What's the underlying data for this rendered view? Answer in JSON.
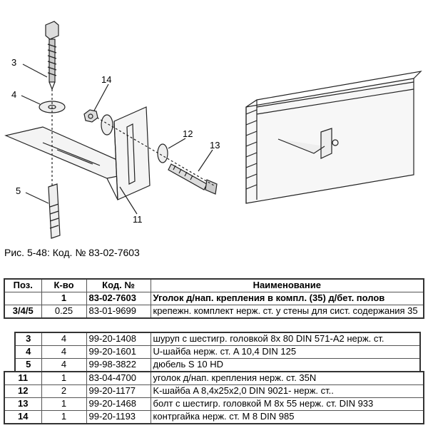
{
  "illustration": {
    "callouts": [
      "3",
      "14",
      "4",
      "12",
      "13",
      "5",
      "11"
    ]
  },
  "caption": "Рис. 5-48: Код. № 83-02-7603",
  "table": {
    "headers": [
      "Поз.",
      "К-во",
      "Код. №",
      "Наименование"
    ],
    "main_rows": [
      {
        "pos": "",
        "qty": "1",
        "code": "83-02-7603",
        "name": "Уголок д/нап. крепления в компл. (35) д/бет. полов"
      },
      {
        "pos": "3/4/5",
        "qty": "0.25",
        "code": "83-01-9699",
        "name": "крепежн. комплект нерж. ст. у стены для сист. содержания 35"
      }
    ],
    "sub_rows": [
      {
        "pos": "3",
        "qty": "4",
        "code": "99-20-1408",
        "name": "шуруп с шестигр. головкой 8x 80 DIN 571-A2 нерж. ст."
      },
      {
        "pos": "4",
        "qty": "4",
        "code": "99-20-1601",
        "name": "U-шайба нерж. ст. A 10,4 DIN 125"
      },
      {
        "pos": "5",
        "qty": "4",
        "code": "99-98-3822",
        "name": "дюбель S 10 HD"
      }
    ],
    "parts_rows": [
      {
        "pos": "11",
        "qty": "1",
        "code": "83-04-4700",
        "name": "уголок д/нап. крепления нерж. ст. 35N"
      },
      {
        "pos": "12",
        "qty": "2",
        "code": "99-20-1177",
        "name": "K-шайба A  8,4x25x2,0 DIN 9021- нерж. ст.."
      },
      {
        "pos": "13",
        "qty": "1",
        "code": "99-20-1468",
        "name": "болт с шестигр. головкой M 8x 55 нерж. ст. DIN 933"
      },
      {
        "pos": "14",
        "qty": "1",
        "code": "99-20-1193",
        "name": "контргайка нерж. ст. M 8 DIN 985"
      }
    ]
  }
}
